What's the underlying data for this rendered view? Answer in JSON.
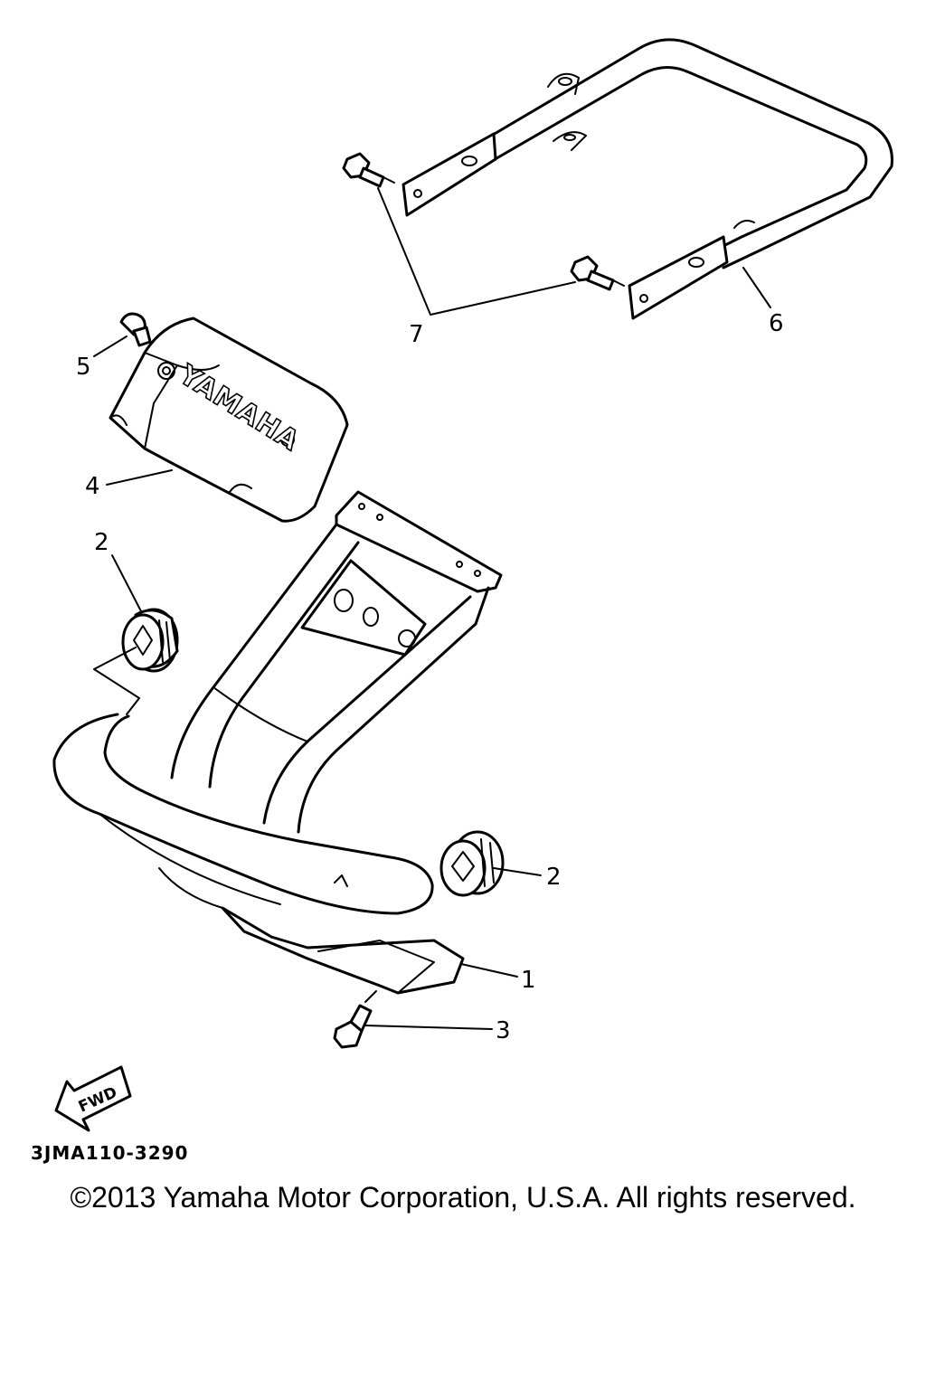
{
  "callouts": {
    "c1": "1",
    "c2a": "2",
    "c2b": "2",
    "c3": "3",
    "c4": "4",
    "c5": "5",
    "c6": "6",
    "c7": "7"
  },
  "brand_text": "YAMAHA",
  "fwd_label": "FWD",
  "part_code": "3JMA110-3290",
  "copyright": "©2013 Yamaha Motor Corporation, U.S.A. All rights reserved."
}
